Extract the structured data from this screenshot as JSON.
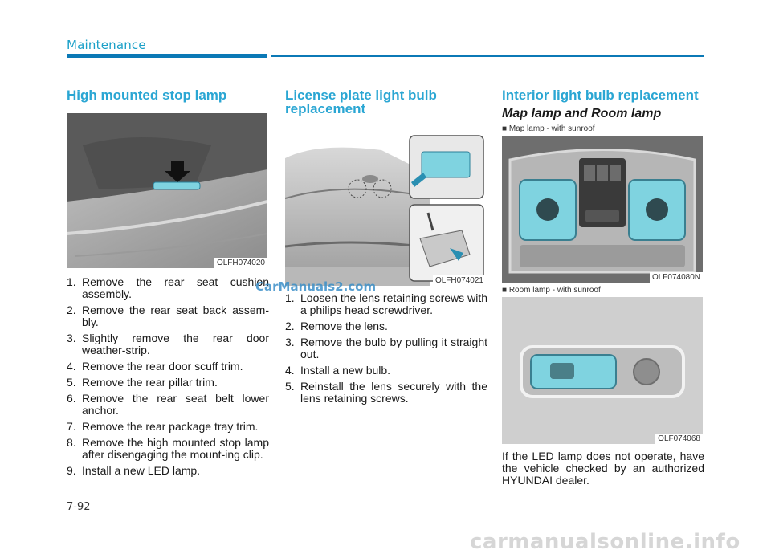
{
  "header": {
    "section": "Maintenance",
    "page_number": "7-92"
  },
  "col1": {
    "title": "High mounted stop lamp",
    "figure_code": "OLFH074020",
    "steps": [
      {
        "num": "1.",
        "text": "Remove the rear seat cushion assembly."
      },
      {
        "num": "2.",
        "text": "Remove the rear seat back assem-bly."
      },
      {
        "num": "3.",
        "text": "Slightly remove the rear door weather-strip."
      },
      {
        "num": "4.",
        "text": "Remove the rear door scuff trim."
      },
      {
        "num": "5.",
        "text": "Remove the rear pillar trim."
      },
      {
        "num": "6.",
        "text": "Remove the rear seat belt lower anchor."
      },
      {
        "num": "7.",
        "text": "Remove the rear package tray trim."
      },
      {
        "num": "8.",
        "text": "Remove the high mounted stop lamp after disengaging the mount-ing clip."
      },
      {
        "num": "9.",
        "text": "Install a new LED lamp."
      }
    ]
  },
  "col2": {
    "title": "License plate light bulb replacement",
    "figure_code": "OLFH074021",
    "steps": [
      {
        "num": "1.",
        "text": "Loosen the lens retaining screws with a philips head screwdriver."
      },
      {
        "num": "2.",
        "text": "Remove the lens."
      },
      {
        "num": "3.",
        "text": "Remove the bulb by pulling it straight out."
      },
      {
        "num": "4.",
        "text": "Install a new bulb."
      },
      {
        "num": "5.",
        "text": "Reinstall the lens securely with the lens retaining screws."
      }
    ]
  },
  "col3": {
    "title": "Interior light bulb replacement",
    "subtitle": "Map lamp and Room lamp",
    "figure1_caption": "■ Map lamp - with sunroof",
    "figure1_code": "OLF074080N",
    "figure2_caption": "■ Room lamp - with sunroof",
    "figure2_code": "OLF074068",
    "note": "If the LED lamp does not operate, have the vehicle checked by an authorized HYUNDAI dealer."
  },
  "watermarks": {
    "top": "CarManuals2.com",
    "bottom": "carmanualsonline.info"
  },
  "colors": {
    "accent": "#2aa6d3",
    "rule": "#0b79b6",
    "highlight": "#7fd3e0"
  }
}
